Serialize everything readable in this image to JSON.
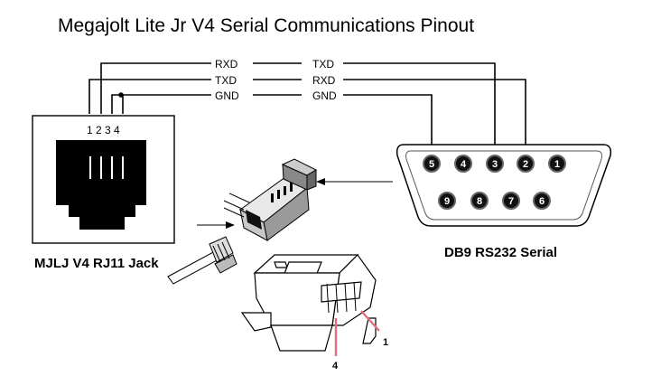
{
  "title": "Megajolt Lite Jr V4 Serial Communications Pinout",
  "wires": [
    {
      "left_label": "RXD",
      "right_label": "TXD"
    },
    {
      "left_label": "TXD",
      "right_label": "RXD"
    },
    {
      "left_label": "GND",
      "right_label": "GND"
    }
  ],
  "rj11": {
    "pin_labels": "1 2 3 4",
    "caption": "MJLJ V4 RJ11 Jack"
  },
  "db9": {
    "caption": "DB9 RS232 Serial",
    "top_row": [
      "5",
      "4",
      "3",
      "2",
      "1"
    ],
    "bottom_row": [
      "9",
      "8",
      "7",
      "6"
    ]
  },
  "plug_detail": {
    "pin1_label": "1",
    "pin4_label": "4"
  }
}
